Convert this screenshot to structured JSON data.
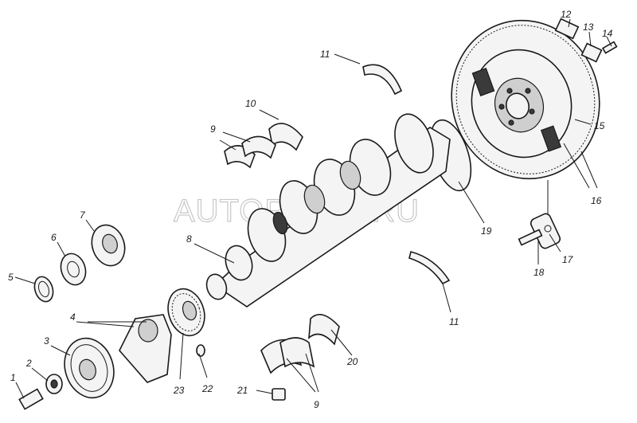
{
  "watermark": "AUTOPITER.RU",
  "callouts": {
    "c1": "1",
    "c2": "2",
    "c3": "3",
    "c4": "4",
    "c5": "5",
    "c6": "6",
    "c7": "7",
    "c8": "8",
    "c9a": "9",
    "c9b": "9",
    "c10": "10",
    "c11a": "11",
    "c11b": "11",
    "c12": "12",
    "c13": "13",
    "c14": "14",
    "c15": "15",
    "c16": "16",
    "c17": "17",
    "c18": "18",
    "c19": "19",
    "c20": "20",
    "c21": "21",
    "c22": "22",
    "c23": "23"
  }
}
